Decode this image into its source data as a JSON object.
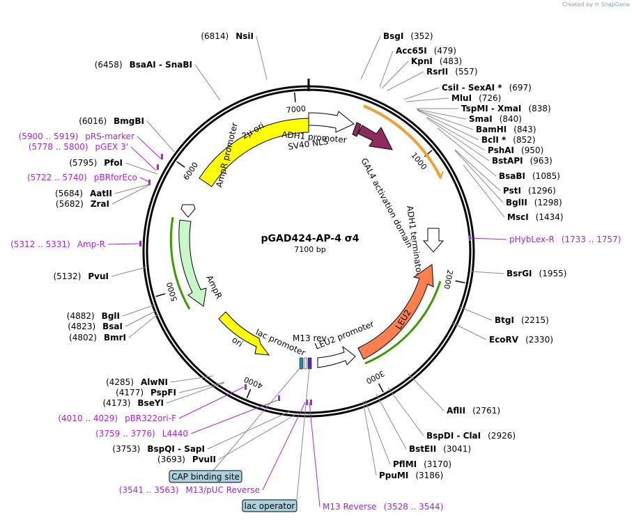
{
  "credit": {
    "prefix": "Created by",
    "brand": "SnapGene"
  },
  "plasmid": {
    "name": "pGAD424-AP-4 σ4",
    "size_label": "7100 bp",
    "length": 7100
  },
  "colors": {
    "primer": "#a626d3",
    "ori_yellow": "#ffff00",
    "ampr_green": "#c8f7c8",
    "leu2_orange": "#ff7f4f",
    "nls_purple": "#8e2a5c",
    "boxed_feature": "#a9d3df",
    "leu_green": "#3a9a00",
    "orange_arc": "#f0a030"
  },
  "ticks": [
    "1000",
    "2000",
    "3000",
    "4000",
    "5000",
    "6000",
    "7000"
  ],
  "enzymes": [
    {
      "name": "NsiI",
      "pos": "(6814)"
    },
    {
      "name": "BsgI",
      "pos": "(352)"
    },
    {
      "name": "BsaAI  -  SnaBI",
      "pos": "(6458)"
    },
    {
      "name": "Acc65I",
      "pos": "(479)"
    },
    {
      "name": "KpnI",
      "pos": "(483)"
    },
    {
      "name": "RsrII",
      "pos": "(557)"
    },
    {
      "name": "CsiI  -  SexAI *",
      "pos": "(697)"
    },
    {
      "name": "MluI",
      "pos": "(726)"
    },
    {
      "name": "TspMI  -  XmaI",
      "pos": "(838)"
    },
    {
      "name": "SmaI",
      "pos": "(840)"
    },
    {
      "name": "BamHI",
      "pos": "(843)"
    },
    {
      "name": "BclI *",
      "pos": "(852)"
    },
    {
      "name": "PshAI",
      "pos": "(950)"
    },
    {
      "name": "BstAPI",
      "pos": "(963)"
    },
    {
      "name": "BsaBI",
      "pos": "(1085)"
    },
    {
      "name": "PstI",
      "pos": "(1296)"
    },
    {
      "name": "BglII",
      "pos": "(1298)"
    },
    {
      "name": "MscI",
      "pos": "(1434)"
    },
    {
      "name": "BmgBI",
      "pos": "(6016)"
    },
    {
      "name": "PfoI",
      "pos": "(5795)"
    },
    {
      "name": "AatII",
      "pos": "(5684)"
    },
    {
      "name": "ZraI",
      "pos": "(5682)"
    },
    {
      "name": "PvuI",
      "pos": "(5132)"
    },
    {
      "name": "BglI",
      "pos": "(4882)"
    },
    {
      "name": "BsaI",
      "pos": "(4823)"
    },
    {
      "name": "BmrI",
      "pos": "(4802)"
    },
    {
      "name": "BsrGI",
      "pos": "(1955)"
    },
    {
      "name": "BtgI",
      "pos": "(2215)"
    },
    {
      "name": "EcoRV",
      "pos": "(2330)"
    },
    {
      "name": "AflII",
      "pos": "(2761)"
    },
    {
      "name": "BspDI  -  ClaI",
      "pos": "(2926)"
    },
    {
      "name": "BstEII",
      "pos": "(3041)"
    },
    {
      "name": "PflMI",
      "pos": "(3170)"
    },
    {
      "name": "PpuMI",
      "pos": "(3186)"
    },
    {
      "name": "AlwNI",
      "pos": "(4285)"
    },
    {
      "name": "PspFI",
      "pos": "(4177)"
    },
    {
      "name": "BseYI",
      "pos": "(4173)"
    },
    {
      "name": "BspQI  -  SapI",
      "pos": "(3753)"
    },
    {
      "name": "PvuII",
      "pos": "(3693)"
    }
  ],
  "primers": [
    {
      "range": "(5900 .. 5919)",
      "name": "pRS-marker"
    },
    {
      "range": "(5778 .. 5800)",
      "name": "pGEX 3'"
    },
    {
      "range": "(5722 .. 5740)",
      "name": "pBRforEco"
    },
    {
      "range": "(5312 .. 5331)",
      "name": "Amp-R"
    },
    {
      "name": "pHybLex-R",
      "range": "(1733 .. 1757)"
    },
    {
      "range": "(4010 .. 4029)",
      "name": "pBR322ori-F"
    },
    {
      "range": "(3759 .. 3776)",
      "name": "L4440"
    },
    {
      "range": "(3541 .. 3563)",
      "name": "M13/pUC Reverse"
    },
    {
      "name": "M13 Reverse",
      "range": "(3528 .. 3544)"
    }
  ],
  "features": {
    "two_micron_ori": "2μ ori",
    "adh1_promoter": "ADH1 promoter",
    "sv40_nls": "SV40 NLS",
    "gal4_ad": "GAL4 activation domain",
    "adh1_terminator": "ADH1 terminator",
    "leu2": "LEU2",
    "leu2_promoter": "LEU2 promoter",
    "m13_rev": "M13 rev",
    "lac_promoter": "lac promoter",
    "ori": "ori",
    "ampr": "AmpR",
    "ampr_promoter": "AmpR promoter",
    "cap_site": "CAP binding site",
    "lac_operator": "lac operator"
  }
}
